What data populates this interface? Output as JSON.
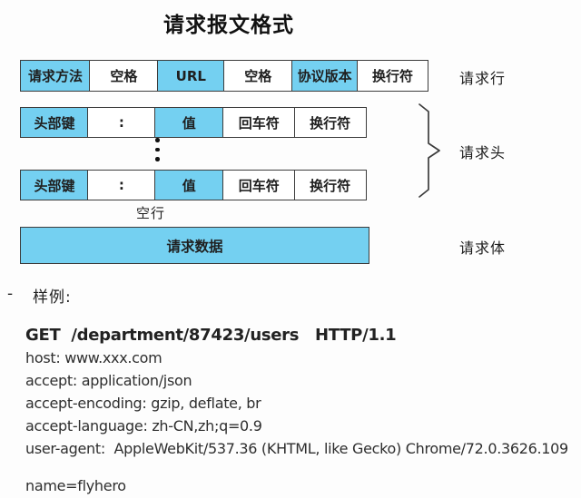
{
  "title": "请求报文格式",
  "colors": {
    "highlight": "#74d0f1",
    "border": "#3c3c3c",
    "background": "#fdfdfd"
  },
  "icons": {
    "vertical_ellipsis": "⋮",
    "right_curly_brace": "}"
  },
  "diagram": {
    "request_line": {
      "cells": [
        {
          "label": "请求方法",
          "highlight": true
        },
        {
          "label": "空格",
          "highlight": false
        },
        {
          "label": "URL",
          "highlight": true
        },
        {
          "label": "空格",
          "highlight": false
        },
        {
          "label": "协议版本",
          "highlight": true
        },
        {
          "label": "换行符",
          "highlight": false
        }
      ],
      "side_label": "请求行"
    },
    "header_line": {
      "cells": [
        {
          "label": "头部键",
          "highlight": true
        },
        {
          "label": ":",
          "highlight": false
        },
        {
          "label": "值",
          "highlight": true
        },
        {
          "label": "回车符",
          "highlight": false
        },
        {
          "label": "换行符",
          "highlight": false
        }
      ],
      "side_label": "请求头"
    },
    "blank_line_label": "空行",
    "body_line": {
      "label": "请求数据",
      "side_label": "请求体"
    }
  },
  "example": {
    "dash": "-",
    "heading": "样例:",
    "request_lines": [
      "GET  /department/87423/users   HTTP/1.1",
      "host: www.xxx.com",
      "accept: application/json",
      "accept-encoding: gzip, deflate, br",
      "accept-language: zh-CN,zh;q=0.9",
      "user-agent:  AppleWebKit/537.36 (KHTML, like Gecko) Chrome/72.0.3626.109"
    ],
    "body_line": "name=flyhero"
  }
}
